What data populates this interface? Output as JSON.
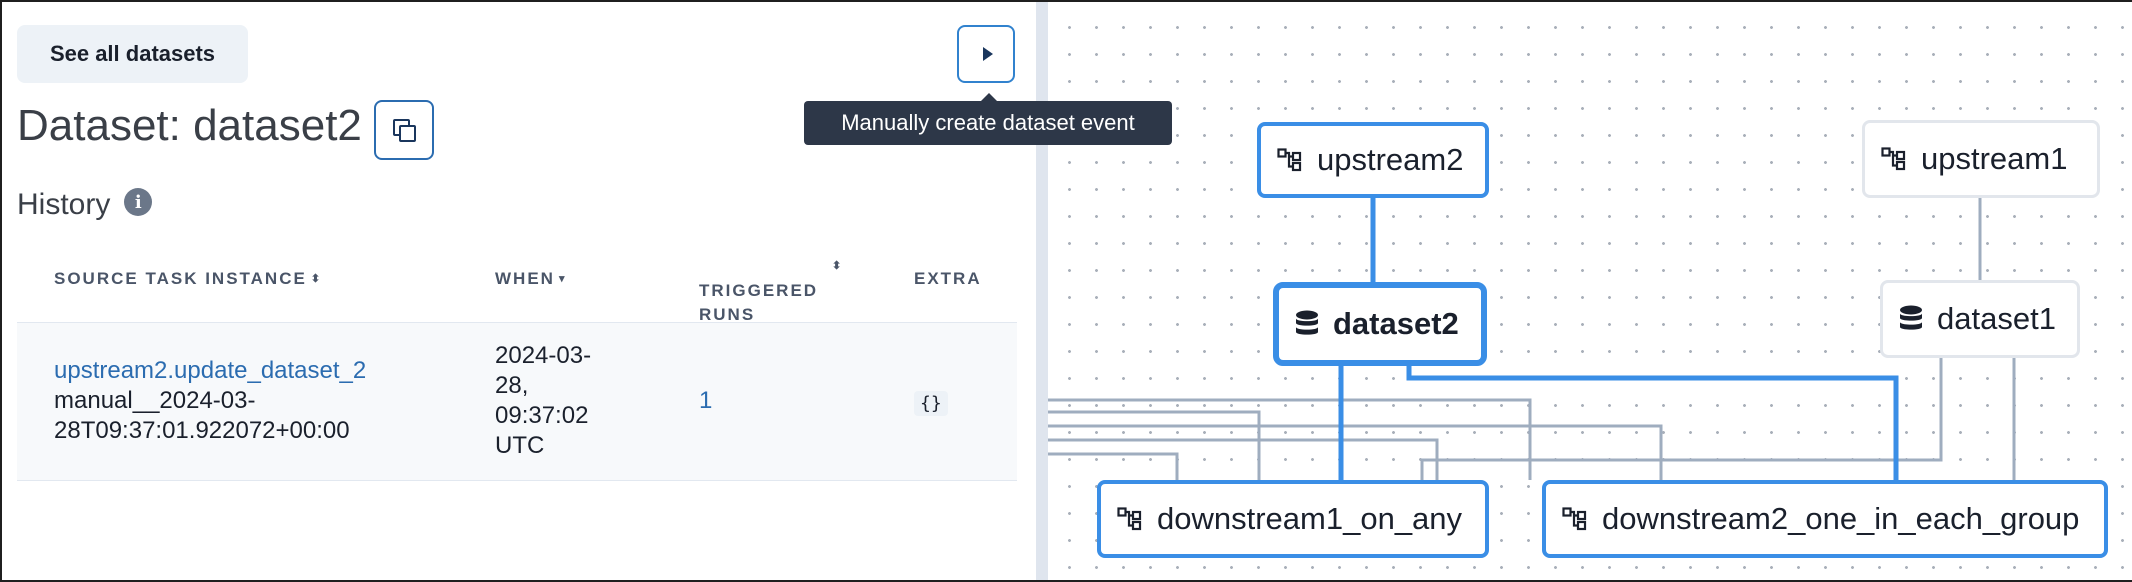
{
  "header": {
    "see_all_label": "See all datasets",
    "tooltip": "Manually create dataset event",
    "title": "Dataset: dataset2"
  },
  "history": {
    "label": "History",
    "info_glyph": "i"
  },
  "table": {
    "columns": [
      "SOURCE TASK INSTANCE",
      "WHEN",
      "TRIGGERED\nRUNS",
      "EXTRA"
    ],
    "sort_glyphs": {
      "both": "⬍",
      "desc": "▾"
    },
    "rows": [
      {
        "task": "upstream2.update_dataset_2",
        "run_id": "manual__2024-03-\n28T09:37:01.922072+00:00",
        "when": "2024-03-\n28,\n09:37:02\nUTC",
        "triggered_runs": "1",
        "extra": "{}"
      }
    ]
  },
  "graph": {
    "nodes": [
      {
        "id": "upstream2",
        "label": "upstream2",
        "kind": "dag",
        "state": "active"
      },
      {
        "id": "upstream1",
        "label": "upstream1",
        "kind": "dag",
        "state": "dim"
      },
      {
        "id": "dataset2",
        "label": "dataset2",
        "kind": "dataset",
        "state": "selected"
      },
      {
        "id": "dataset1",
        "label": "dataset1",
        "kind": "dataset",
        "state": "dim"
      },
      {
        "id": "downstream1_on_any",
        "label": "downstream1_on_any",
        "kind": "dag",
        "state": "active"
      },
      {
        "id": "downstream2_one_in_each_group",
        "label": "downstream2_one_in_each_group",
        "kind": "dag",
        "state": "active"
      }
    ],
    "icons": {
      "dag": "dag-icon",
      "dataset": "database-icon"
    }
  },
  "colors": {
    "accent": "#3a8ee6",
    "dim_edge": "#9fadbf",
    "tooltip_bg": "#2d3748",
    "link": "#2b6cb0"
  }
}
